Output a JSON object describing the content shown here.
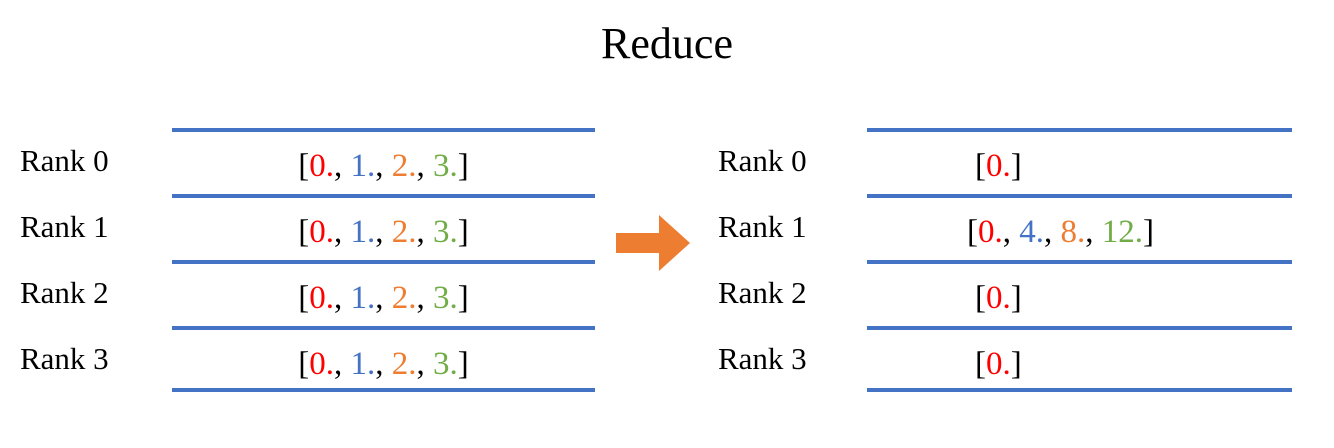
{
  "title": "Reduce",
  "colors": {
    "red": "#FF0000",
    "blue": "#4472C4",
    "orange": "#ED7D31",
    "green": "#70AD47",
    "rule": "#4472C4",
    "arrow": "#ED7D31",
    "text": "#000000",
    "background": "#FFFFFF"
  },
  "arrow": {
    "icon": "right-block-arrow-icon",
    "direction": "right"
  },
  "left_panel": {
    "rows": [
      {
        "label": "Rank 0",
        "open": "[",
        "close": "]",
        "items": [
          {
            "value": "0.",
            "color": "red"
          },
          {
            "value": "1.",
            "color": "blue"
          },
          {
            "value": "2.",
            "color": "orange"
          },
          {
            "value": "3.",
            "color": "green"
          }
        ],
        "text": "[0., 1., 2., 3.]"
      },
      {
        "label": "Rank 1",
        "open": "[",
        "close": "]",
        "items": [
          {
            "value": "0.",
            "color": "red"
          },
          {
            "value": "1.",
            "color": "blue"
          },
          {
            "value": "2.",
            "color": "orange"
          },
          {
            "value": "3.",
            "color": "green"
          }
        ],
        "text": "[0., 1., 2., 3.]"
      },
      {
        "label": "Rank 2",
        "open": "[",
        "close": "]",
        "items": [
          {
            "value": "0.",
            "color": "red"
          },
          {
            "value": "1.",
            "color": "blue"
          },
          {
            "value": "2.",
            "color": "orange"
          },
          {
            "value": "3.",
            "color": "green"
          }
        ],
        "text": "[0., 1., 2., 3.]"
      },
      {
        "label": "Rank 3",
        "open": "[",
        "close": "]",
        "items": [
          {
            "value": "0.",
            "color": "red"
          },
          {
            "value": "1.",
            "color": "blue"
          },
          {
            "value": "2.",
            "color": "orange"
          },
          {
            "value": "3.",
            "color": "green"
          }
        ],
        "text": "[0., 1., 2., 3.]"
      }
    ]
  },
  "right_panel": {
    "rows": [
      {
        "label": "Rank 0",
        "open": "[",
        "close": "]",
        "items": [
          {
            "value": "0.",
            "color": "red"
          }
        ],
        "text": "[0.]"
      },
      {
        "label": "Rank 1",
        "open": "[",
        "close": "]",
        "items": [
          {
            "value": "0.",
            "color": "red"
          },
          {
            "value": "4.",
            "color": "blue"
          },
          {
            "value": "8.",
            "color": "orange"
          },
          {
            "value": "12.",
            "color": "green"
          }
        ],
        "text": "[0., 4., 8., 12.]"
      },
      {
        "label": "Rank 2",
        "open": "[",
        "close": "]",
        "items": [
          {
            "value": "0.",
            "color": "red"
          }
        ],
        "text": "[0.]"
      },
      {
        "label": "Rank 3",
        "open": "[",
        "close": "]",
        "items": [
          {
            "value": "0.",
            "color": "red"
          }
        ],
        "text": "[0.]"
      }
    ]
  },
  "separator": ", "
}
